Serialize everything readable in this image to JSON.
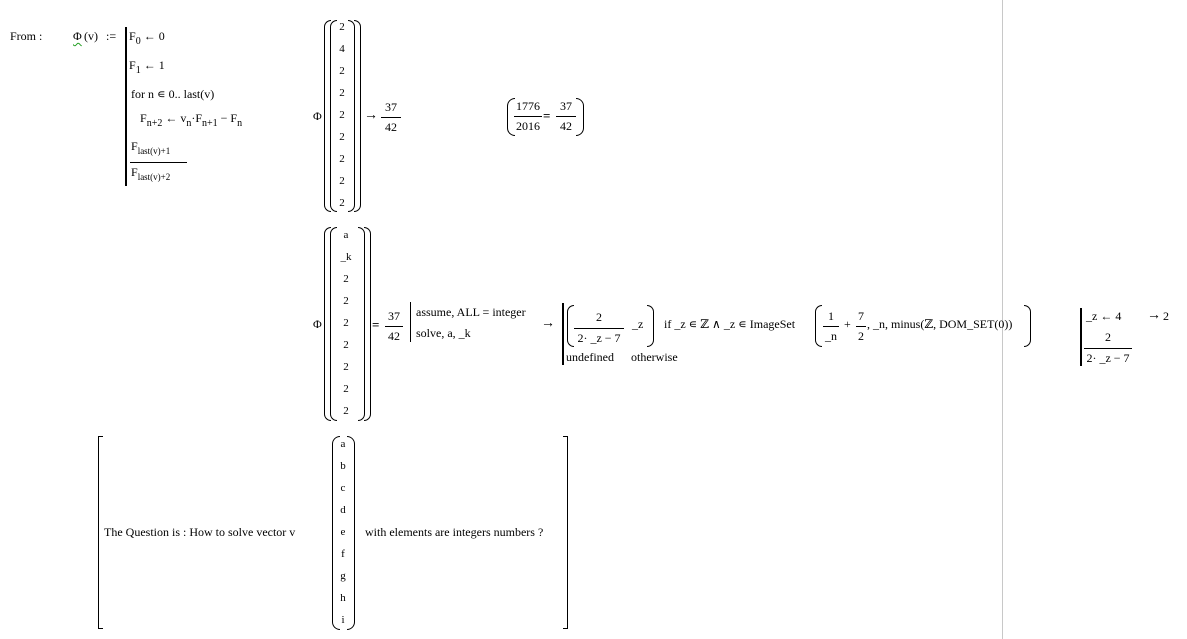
{
  "header": {
    "from_label": "From :"
  },
  "definition": {
    "func_name": "Φ",
    "func_arg": "(v)",
    "assign": ":=",
    "l1_F": "F",
    "l1_sub": "0",
    "l1_rest": "← 0",
    "l2_F": "F",
    "l2_sub": "1",
    "l2_rest": "← 1",
    "l3": "for  n ∊ 0.. last(v)",
    "l4_F": "F",
    "l4_sub": "n+2",
    "l4_arrow": "←",
    "l4_v": "v",
    "l4_vsub": "n",
    "l4_dot": "·F",
    "l4_fsub": "n+1",
    "l4_minus": "− F",
    "l4_fn": "n",
    "num_F": "F",
    "num_sub": "last(v)+1",
    "den_F": "F",
    "den_sub": "last(v)+2"
  },
  "eval1": {
    "phi": "Φ",
    "vector": [
      "2",
      "4",
      "2",
      "2",
      "2",
      "2",
      "2",
      "2",
      "2"
    ],
    "arrow": "→",
    "num": "37",
    "den": "42"
  },
  "check": {
    "lnum": "1776",
    "lden": "2016",
    "eq": "=",
    "rnum": "37",
    "rden": "42"
  },
  "eval2": {
    "phi": "Φ",
    "vector": [
      "a",
      "_k",
      "2",
      "2",
      "2",
      "2",
      "2",
      "2",
      "2"
    ],
    "eq": "=",
    "num": "37",
    "den": "42",
    "kw1": "assume, ALL = integer",
    "kw2": "solve, a, _k",
    "arrow": "→",
    "res_num": "2",
    "res_den": "2· _z − 7",
    "res_z": "_z",
    "cond_if": "if  _z ∊ ℤ ∧ _z ∊ ImageSet",
    "is_num1": "1",
    "is_den1": "_n",
    "plus": "+",
    "is_num2": "7",
    "is_den2": "2",
    "is_tail": ", _n, minus(ℤ, DOM_SET(0))",
    "undef": "undefined",
    "otherwise": "otherwise"
  },
  "eval3": {
    "l1": "_z ← 4",
    "num": "2",
    "den": "2· _z − 7",
    "arrow": "→",
    "result": "2"
  },
  "question": {
    "prefix": "The Question is : How to solve vector  v",
    "vector": [
      "a",
      "b",
      "c",
      "d",
      "e",
      "f",
      "g",
      "h",
      "i"
    ],
    "suffix": "with elements are integers numbers ?"
  }
}
